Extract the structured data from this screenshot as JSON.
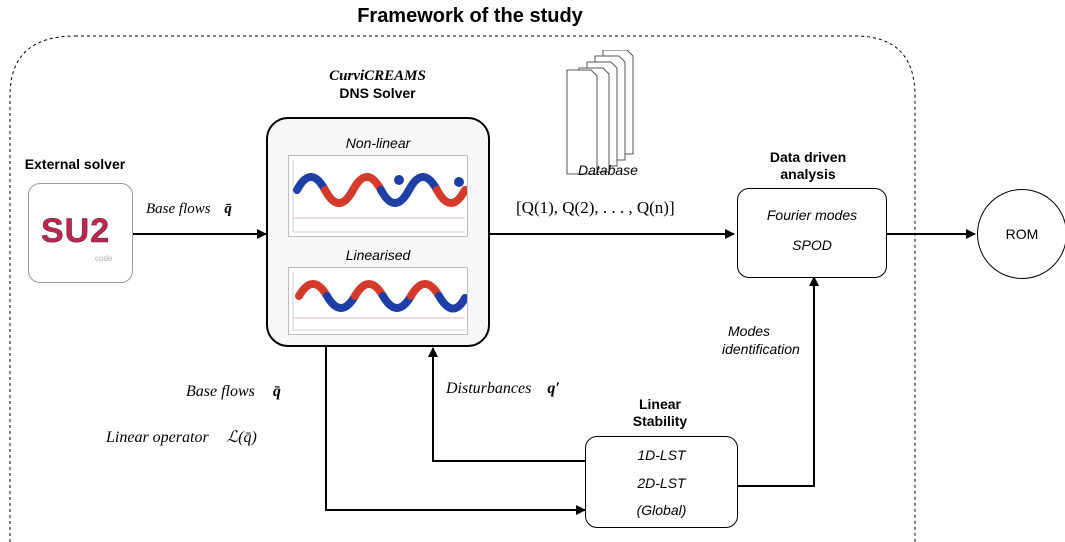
{
  "title": "Framework of the study",
  "external_solver": {
    "heading": "External solver",
    "logo_text": "SU2",
    "logo_subtext": "code"
  },
  "dns": {
    "heading_italic": "CurviCREAMS",
    "heading": "DNS Solver",
    "nonlinear_label": "Non-linear",
    "linearised_label": "Linearised"
  },
  "database": {
    "label": "Database",
    "sequence": "[Q(1), Q(2), . . . , Q(n)]"
  },
  "data_driven": {
    "heading_line1": "Data driven",
    "heading_line2": "analysis",
    "item1": "Fourier modes",
    "item2": "SPOD"
  },
  "rom": {
    "label": "ROM"
  },
  "arrows": {
    "base_flows_top": "Base flows",
    "base_flows_symbol": "q̄",
    "base_flows_bottom": "Base flows",
    "linear_operator": "Linear operator",
    "linear_operator_symbol": "ℒ(q̄)",
    "disturbances": "Disturbances",
    "disturbances_symbol": "q′",
    "modes_line1": "Modes",
    "modes_line2": "identification"
  },
  "linear_stability": {
    "heading_line1": "Linear",
    "heading_line2": "Stability",
    "item1": "1D-LST",
    "item2": "2D-LST",
    "item3": "(Global)"
  },
  "colors": {
    "wave_red": "#d63a2a",
    "wave_blue": "#1f3ea8",
    "logo_red": "#c3244a",
    "logo_dark": "#3b2f5c"
  }
}
